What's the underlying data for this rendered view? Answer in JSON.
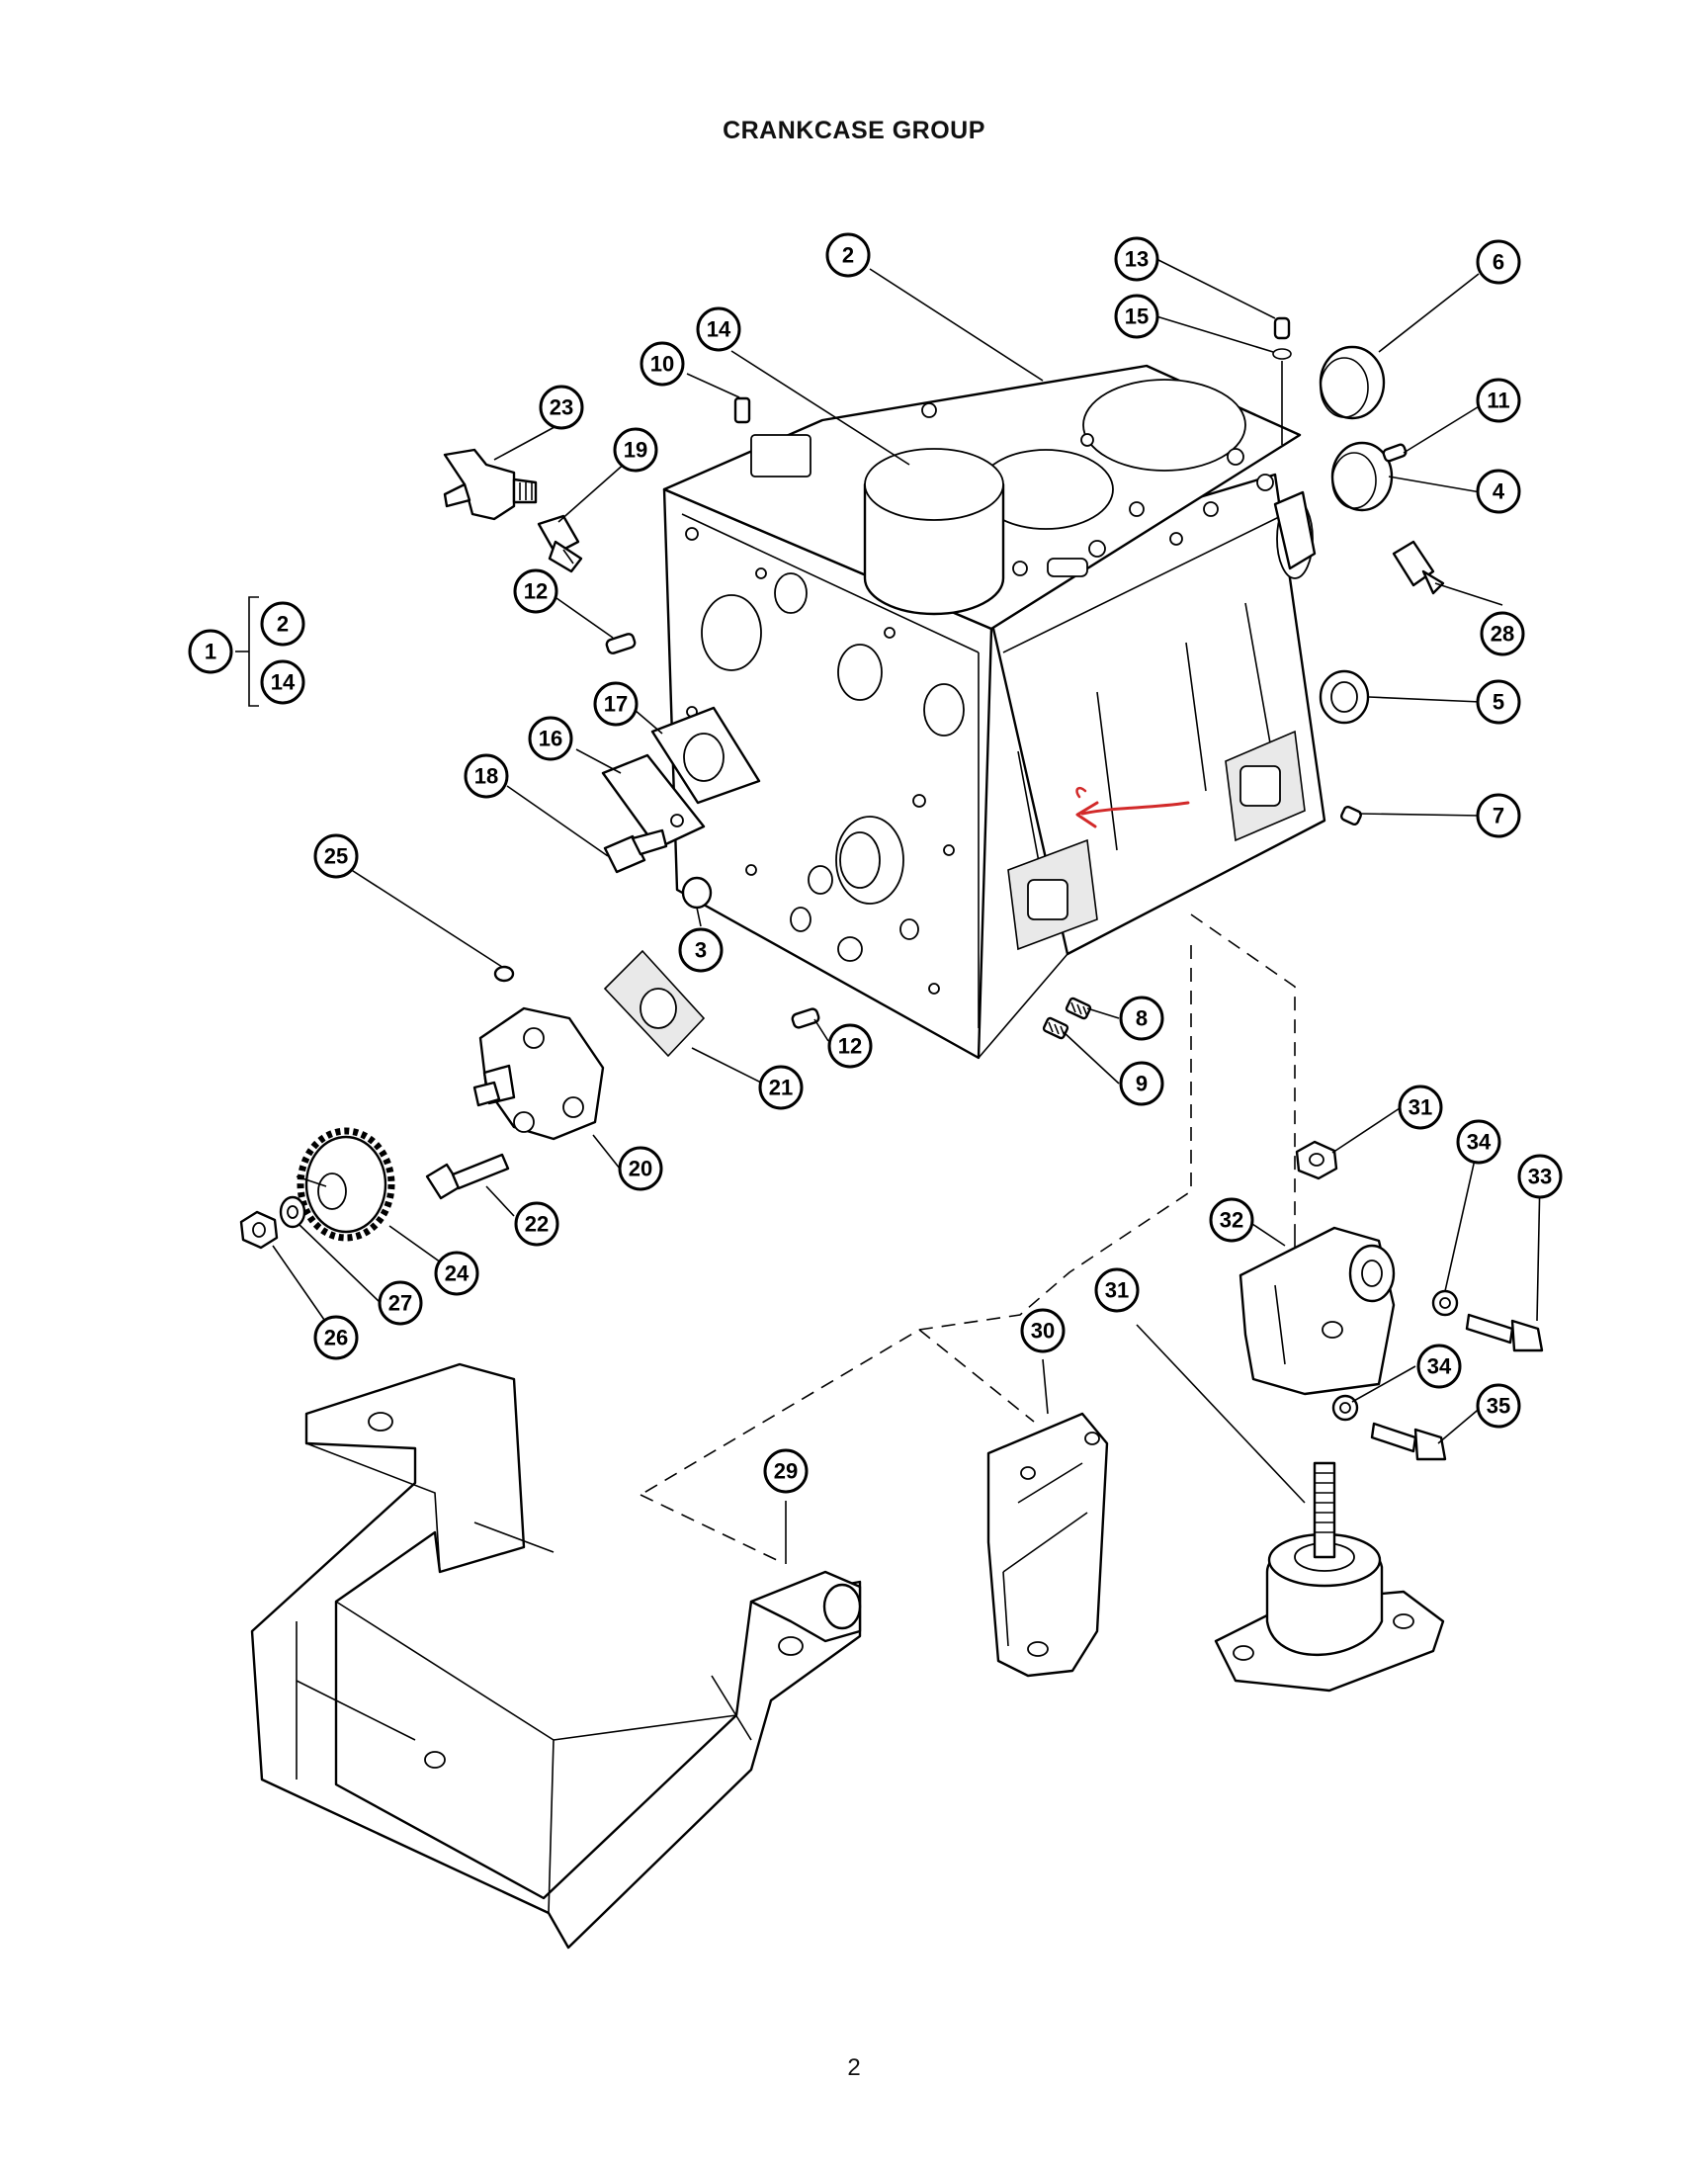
{
  "title": "CRANKCASE GROUP",
  "page_number": "2",
  "annotation_color": "#d22a2a",
  "callouts": {
    "c1": "1",
    "c2_group": "2",
    "c14_group": "14",
    "c2": "2",
    "c13": "13",
    "c6": "6",
    "c15": "15",
    "c14": "14",
    "c10": "10",
    "c11": "11",
    "c23": "23",
    "c19": "19",
    "c4": "4",
    "c28": "28",
    "c12a": "12",
    "c5": "5",
    "c17": "17",
    "c16": "16",
    "c18": "18",
    "c7": "7",
    "c25": "25",
    "c3": "3",
    "c8": "8",
    "c12b": "12",
    "c21": "21",
    "c9": "9",
    "c20": "20",
    "c31a": "31",
    "c34a": "34",
    "c33": "33",
    "c22": "22",
    "c32": "32",
    "c24": "24",
    "c27": "27",
    "c31b": "31",
    "c30": "30",
    "c34b": "34",
    "c35": "35",
    "c26": "26",
    "c29": "29"
  }
}
